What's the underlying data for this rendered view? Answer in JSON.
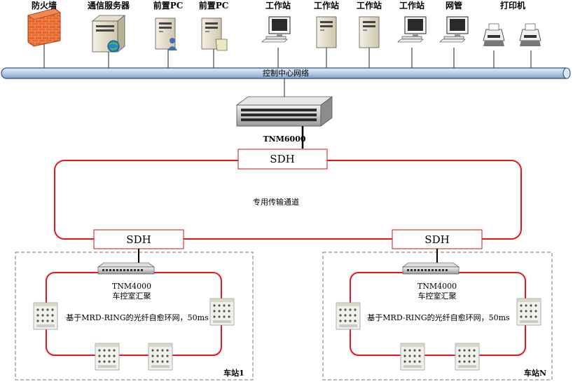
{
  "top_devices": [
    {
      "id": "firewall",
      "label": "防火墙"
    },
    {
      "id": "comm-server",
      "label": "通信服务器"
    },
    {
      "id": "front-pc-1",
      "label": "前置PC"
    },
    {
      "id": "front-pc-2",
      "label": "前置PC"
    },
    {
      "id": "workstation-1",
      "label": "工作站"
    },
    {
      "id": "workstation-2",
      "label": "工作站"
    },
    {
      "id": "workstation-3",
      "label": "工作站"
    },
    {
      "id": "workstation-4",
      "label": "工作站"
    },
    {
      "id": "netmgmt",
      "label": "网管"
    },
    {
      "id": "printer",
      "label": "打印机"
    }
  ],
  "bus_label": "控制中心网络",
  "core_switch_label": "TNM6000",
  "sdh_label": "SDH",
  "channel_label": "专用传输通道",
  "stations": [
    {
      "switch_label": "TNM4000",
      "aggregation_label": "车控室汇聚",
      "ring_label": "基于MRD-RING的光纤自愈环网，50ms",
      "station_name": "车站1"
    },
    {
      "switch_label": "TNM4000",
      "aggregation_label": "车控室汇聚",
      "ring_label": "基于MRD-RING的光纤自愈环网，50ms",
      "station_name": "车站N"
    }
  ],
  "colors": {
    "ring": "#e8141b",
    "bus_fill": "#bcd3ea",
    "bus_stroke": "#2a4f7a",
    "sdh_border": "#c8141b",
    "firewall": "#e8662a"
  }
}
